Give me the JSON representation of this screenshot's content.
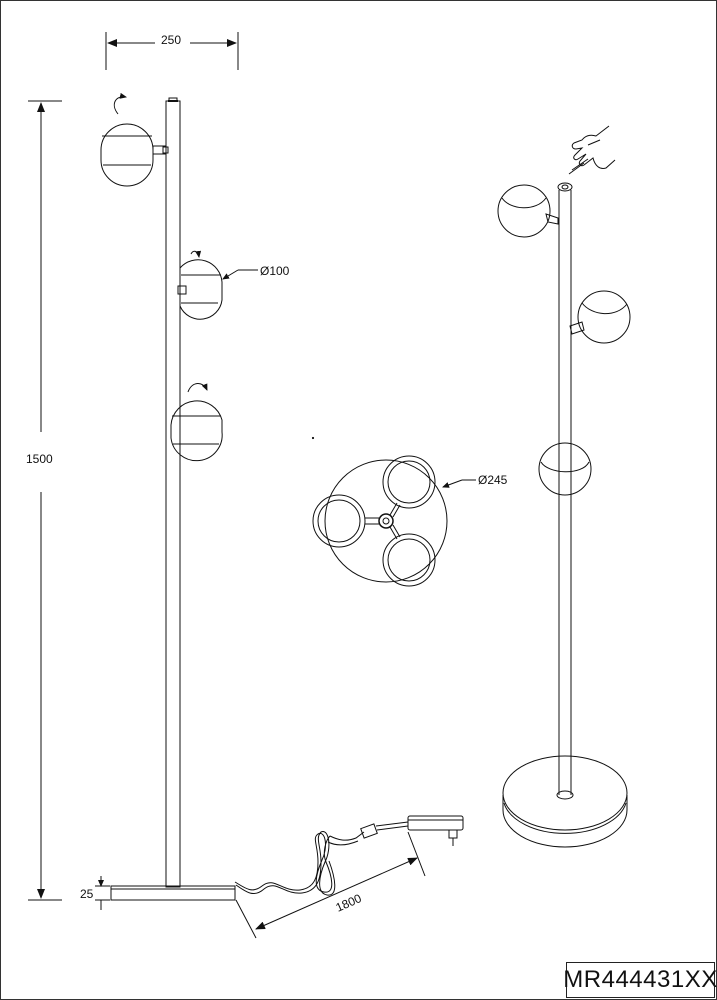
{
  "dimensions": {
    "width_label": "250",
    "height_label": "1500",
    "base_height_label": "25",
    "cable_length_label": "1800",
    "shade_diameter_label": "Ø100",
    "base_diameter_label": "Ø245"
  },
  "model_number": "MR444431XX",
  "icons": [
    "rotate-arrow-icon",
    "touch-hand-icon",
    "plug-adapter-icon"
  ]
}
